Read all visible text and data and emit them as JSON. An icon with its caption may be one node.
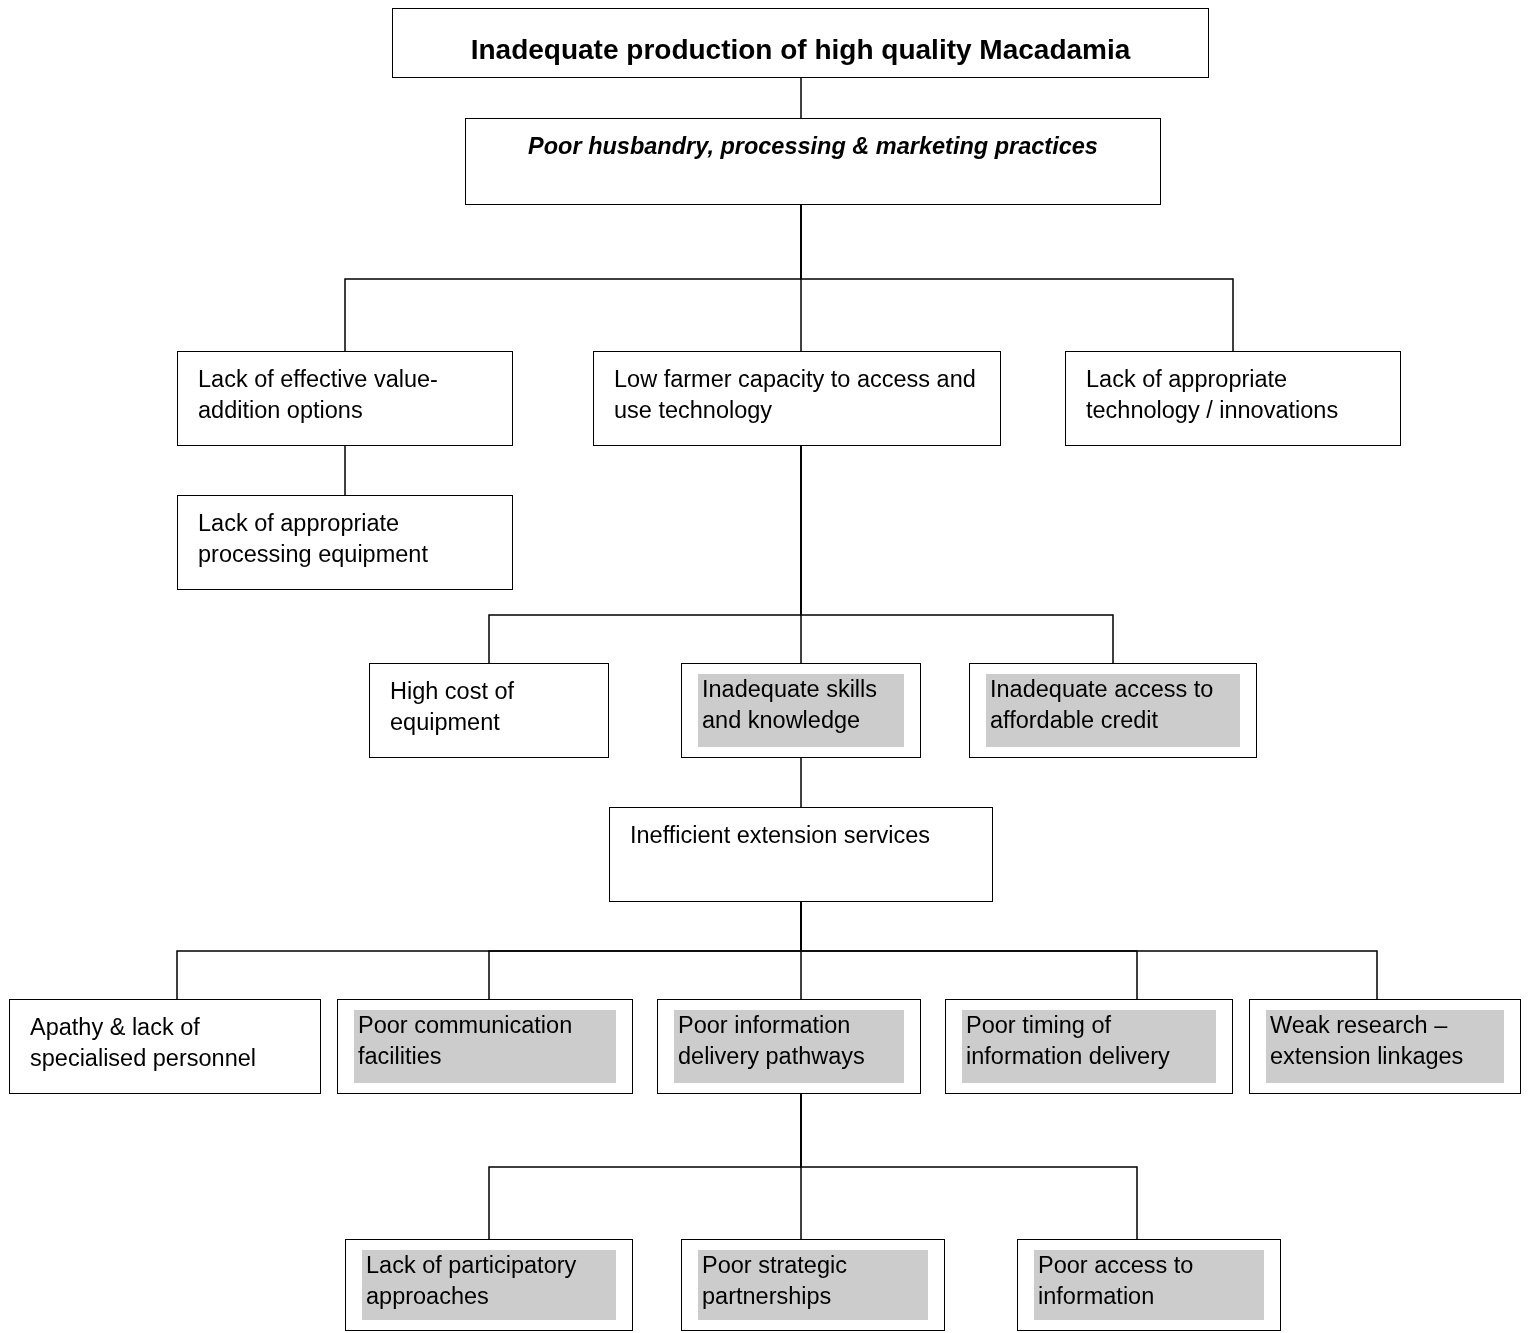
{
  "diagram": {
    "nodes": [
      {
        "text": [
          "Inadequate production of high quality Macadamia"
        ]
      },
      {
        "text": [
          "Poor husbandry, processing & marketing practices"
        ]
      },
      {
        "text": [
          "Lack of effective value-addition options"
        ]
      },
      {
        "text": [
          "Low farmer capacity to access and use technology"
        ]
      },
      {
        "text": [
          "Lack of appropriate technology / innovations"
        ]
      },
      {
        "text": [
          "Lack of appropriate processing equipment"
        ]
      },
      {
        "text": [
          "High cost of equipment"
        ]
      },
      {
        "text": [
          "Inadequate skills and knowledge"
        ]
      },
      {
        "text": [
          "Inadequate access to affordable credit"
        ]
      },
      {
        "text": [
          "Inefficient extension services"
        ]
      },
      {
        "text": [
          "Apathy & lack of specialised personnel"
        ]
      },
      {
        "text": [
          "Poor communication facilities"
        ]
      },
      {
        "text": [
          "Poor information delivery pathways"
        ]
      },
      {
        "text": [
          "Poor timing of information delivery"
        ]
      },
      {
        "text": [
          "Weak research – extension linkages"
        ]
      },
      {
        "text": [
          "Lack of participatory approaches"
        ]
      },
      {
        "text": [
          "Poor strategic partnerships"
        ]
      },
      {
        "text": [
          "Poor access to information"
        ]
      }
    ],
    "edges": [
      {
        "from": 0,
        "to": 1,
        "arrow": "none"
      },
      {
        "from": 1,
        "to": 2,
        "arrow": "none"
      },
      {
        "from": 1,
        "to": 3,
        "arrow": "none"
      },
      {
        "from": 1,
        "to": 4,
        "arrow": "none"
      },
      {
        "from": 2,
        "to": 5,
        "arrow": "none"
      },
      {
        "from": 3,
        "to": 6,
        "arrow": "none"
      },
      {
        "from": 3,
        "to": 7,
        "arrow": "none"
      },
      {
        "from": 3,
        "to": 8,
        "arrow": "none"
      },
      {
        "from": 7,
        "to": 9,
        "arrow": "none"
      },
      {
        "from": 9,
        "to": 10,
        "arrow": "none"
      },
      {
        "from": 9,
        "to": 11,
        "arrow": "none"
      },
      {
        "from": 9,
        "to": 12,
        "arrow": "none"
      },
      {
        "from": 9,
        "to": 13,
        "arrow": "none"
      },
      {
        "from": 9,
        "to": 14,
        "arrow": "none"
      },
      {
        "from": 12,
        "to": 15,
        "arrow": "none"
      },
      {
        "from": 12,
        "to": 16,
        "arrow": "none"
      },
      {
        "from": 12,
        "to": 17,
        "arrow": "none"
      }
    ]
  }
}
